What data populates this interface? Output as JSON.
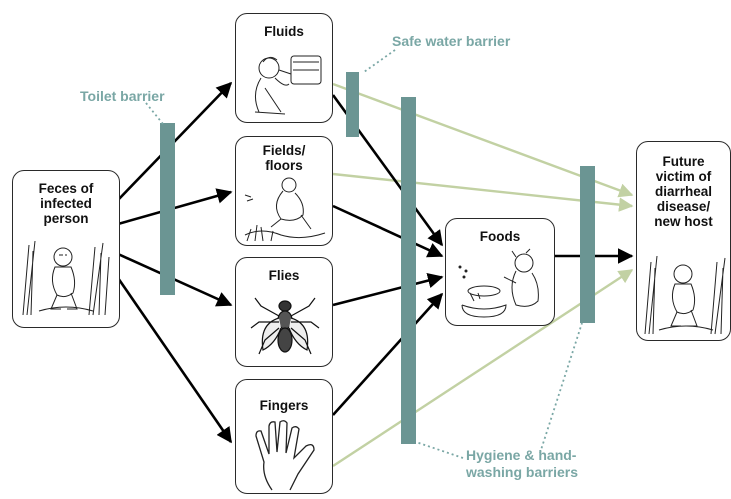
{
  "colors": {
    "barrier": "#6b9593",
    "barrier_label": "#7aa7a5",
    "arrow": "#000000",
    "green_arrow": "#c2d1a3",
    "border": "#2a2a2a"
  },
  "nodes": {
    "source": "Feces of\ninfected\nperson",
    "fluids": "Fluids",
    "fields": "Fields/\nfloors",
    "flies": "Flies",
    "fingers": "Fingers",
    "foods": "Foods",
    "victim": "Future\nvictim of\ndiarrheal\ndisease/\nnew host"
  },
  "barriers": {
    "toilet": "Toilet barrier",
    "safe_water": "Safe water barrier",
    "hygiene": "Hygiene & hand-\nwashing barriers"
  },
  "icons": [
    "child-squatting-illustration",
    "child-drinking-illustration",
    "woman-working-field-illustration",
    "fly-illustration",
    "hand-illustration",
    "child-eating-illustration"
  ]
}
